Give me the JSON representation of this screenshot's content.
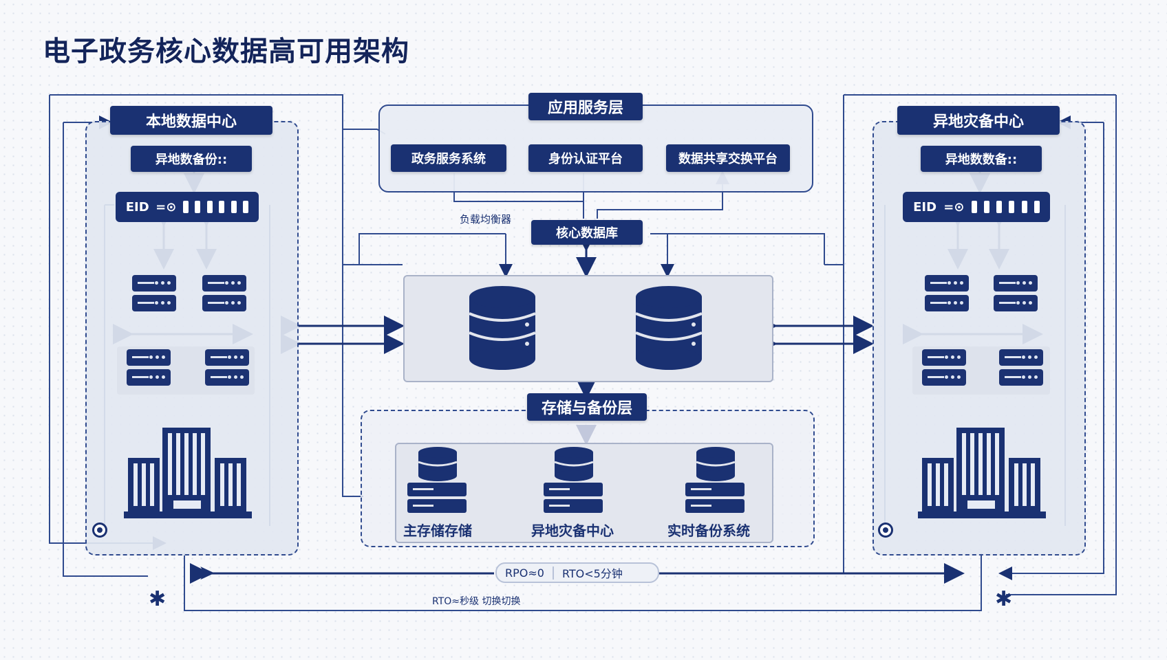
{
  "title": "电子政务核心数据高可用架构",
  "local_dc": {
    "header": "本地数据中心",
    "sub_label": "异地数备份::"
  },
  "remote_dc": {
    "header": "异地灾备中心",
    "sub_label": "异地数数备::"
  },
  "app_layer": {
    "header": "应用服务层",
    "items": [
      "政务服务系统",
      "身份认证平台",
      "数据共享交换平台"
    ]
  },
  "load_balancer": "负载均衡器",
  "core_db": {
    "header": "核心数据库"
  },
  "storage_layer": {
    "header": "存储与备份层",
    "items": [
      "主存储存储",
      "异地灾备中心",
      "实时备份系统"
    ]
  },
  "metrics": {
    "rpo": "RPO≈0",
    "rto": "RTO<5分钟"
  },
  "bottom_note": "RTO≈秒级 切换切换",
  "colors": {
    "primary": "#1a3172",
    "line": "#2f4a8e",
    "panel": "#e2e7f1"
  }
}
